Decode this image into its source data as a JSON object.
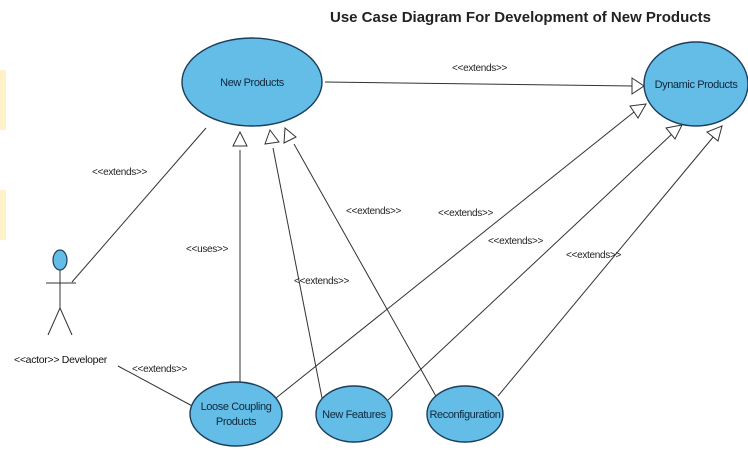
{
  "diagram": {
    "title": "Use Case Diagram For Development of New Products",
    "colors": {
      "usecase_fill": "#64bde6",
      "usecase_stroke": "#1c3d5c",
      "edge": "#333333"
    },
    "use_cases": {
      "new_products": "New Products",
      "dynamic_products": "Dynamic Products",
      "loose_coupling_line1": "Loose Coupling",
      "loose_coupling_line2": "Products",
      "new_features": "New Features",
      "reconfiguration": "Reconfiguration"
    },
    "actor": {
      "label": "<<actor>> Developer"
    },
    "relations": {
      "newproducts_to_dynamic": "<<extends>>",
      "developer_to_newproducts": "<<extends>>",
      "loose_to_newproducts": "<<uses>>",
      "newfeatures_to_newproducts": "<<extends>>",
      "reconfig_to_newproducts": "<<extends>>",
      "loose_to_dynamic": "<<extends>>",
      "newfeatures_to_dynamic": "<<extends>>",
      "reconfig_to_dynamic": "<<extends>>",
      "developer_to_loose": "<<extends>>"
    }
  }
}
